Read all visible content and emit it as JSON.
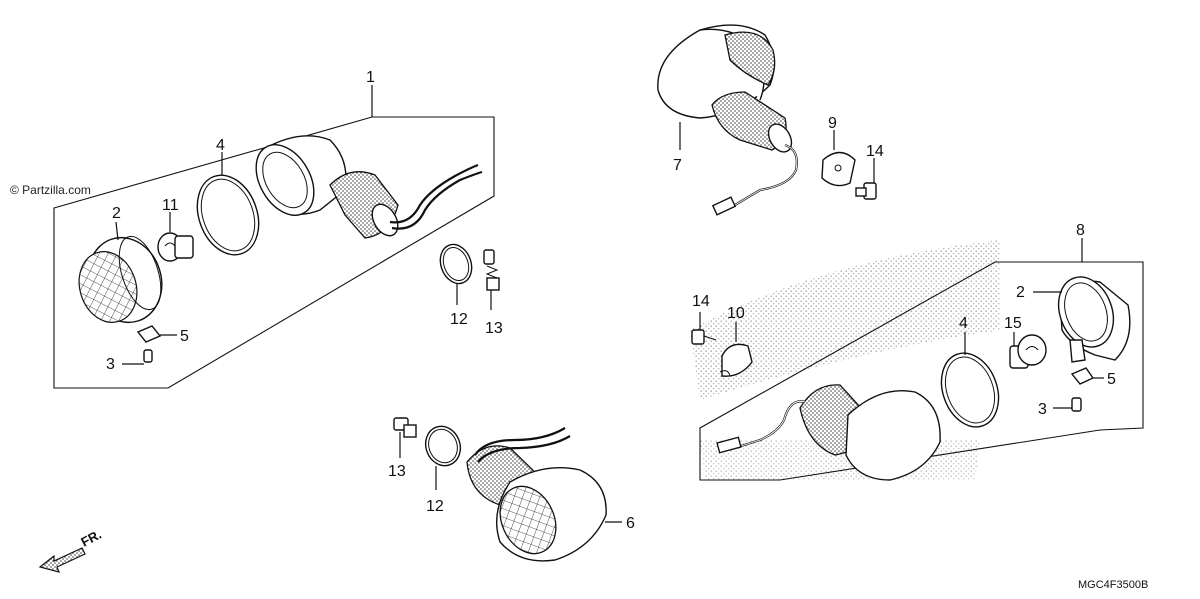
{
  "watermark": "© Partzilla.com",
  "diagram_code": "MGC4F3500B",
  "direction_label": "FR.",
  "callouts": {
    "c1": "1",
    "c2a": "2",
    "c2b": "2",
    "c3a": "3",
    "c3b": "3",
    "c4a": "4",
    "c4b": "4",
    "c5a": "5",
    "c5b": "5",
    "c6": "6",
    "c7": "7",
    "c8": "8",
    "c9": "9",
    "c10": "10",
    "c11": "11",
    "c12a": "12",
    "c12b": "12",
    "c13a": "13",
    "c13b": "13",
    "c14a": "14",
    "c14b": "14",
    "c15": "15"
  }
}
